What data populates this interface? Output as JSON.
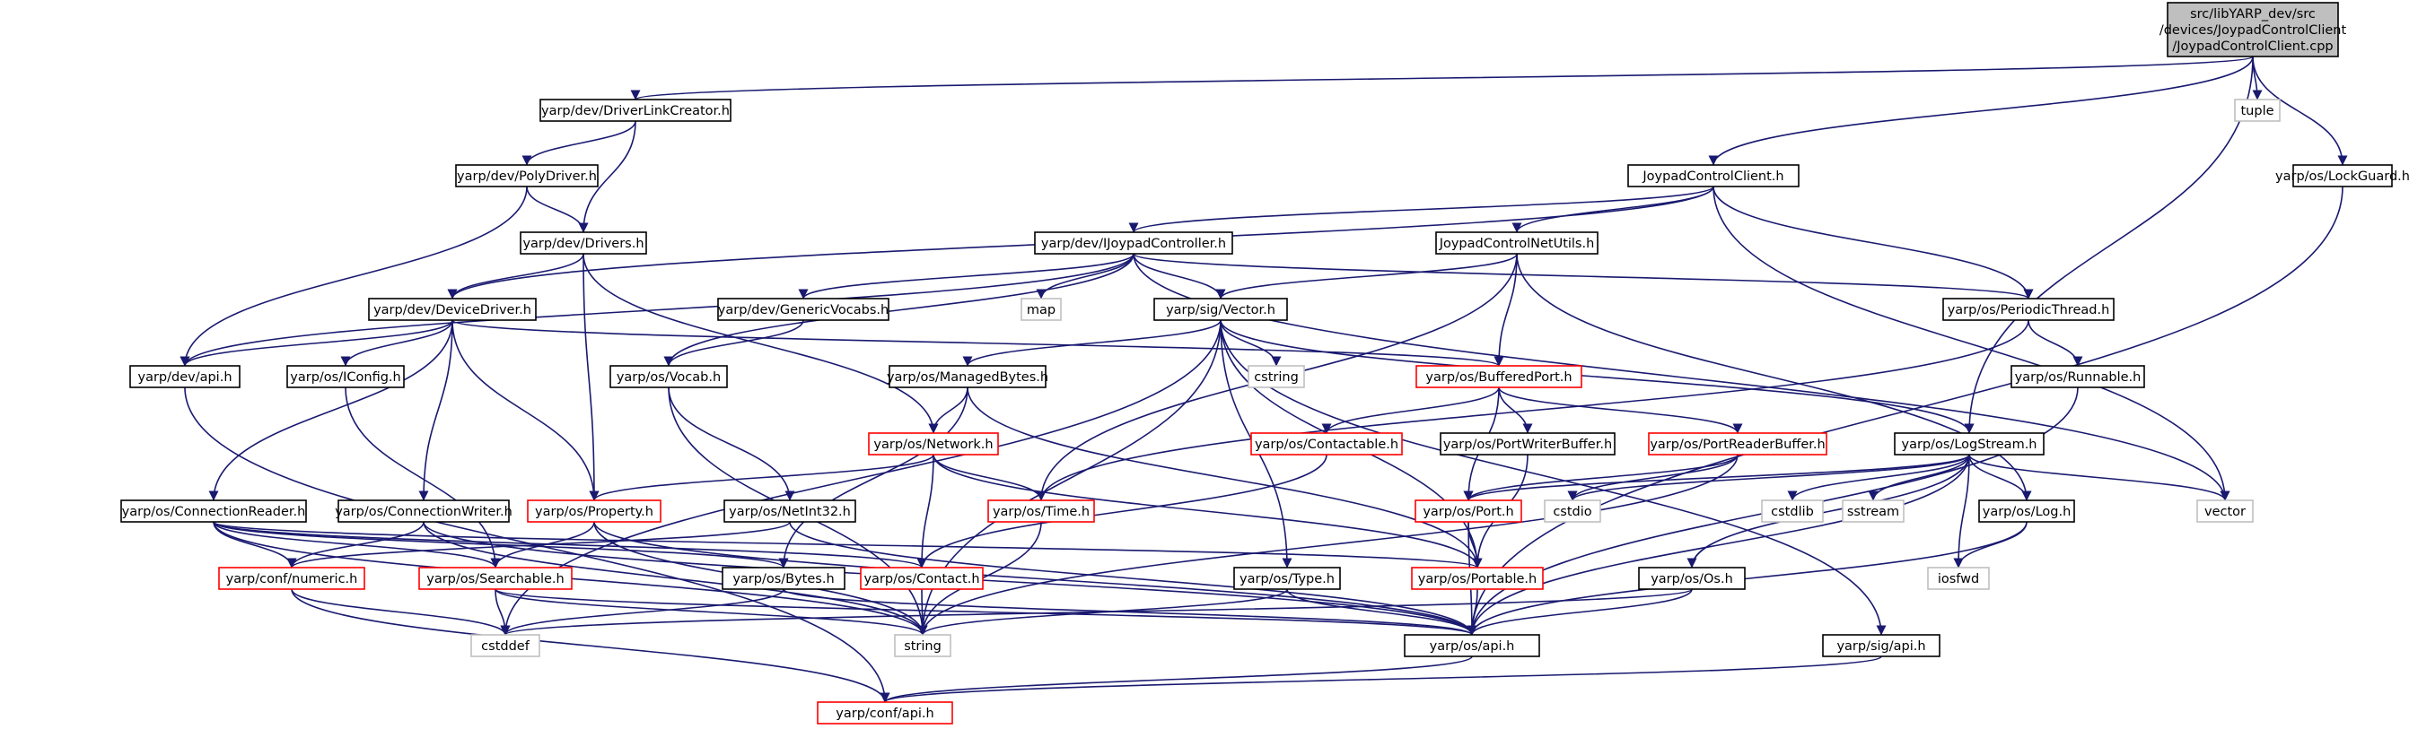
{
  "title": "src/libYARP_dev/src/devices/JoypadControlClient/JoypadControlClient.cpp",
  "colors": {
    "edge": "#191970",
    "border_default": "#000000",
    "border_incomplete": "#ff0000",
    "border_system": "#bfbfbf",
    "root_fill": "#bfbfbf",
    "text": "#000000"
  },
  "nodes": [
    {
      "id": "root",
      "lines": [
        "src/libYARP_dev/src",
        "/devices/JoypadControlClient",
        "/JoypadControlClient.cpp"
      ],
      "kind": "root"
    },
    {
      "id": "driverlinkcreator",
      "label": "yarp/dev/DriverLinkCreator.h",
      "kind": "normal"
    },
    {
      "id": "tuple",
      "label": "tuple",
      "kind": "system"
    },
    {
      "id": "lockguard",
      "label": "yarp/os/LockGuard.h",
      "kind": "normal"
    },
    {
      "id": "polydriver",
      "label": "yarp/dev/PolyDriver.h",
      "kind": "normal"
    },
    {
      "id": "joypadclient_h",
      "label": "JoypadControlClient.h",
      "kind": "normal"
    },
    {
      "id": "drivers",
      "label": "yarp/dev/Drivers.h",
      "kind": "normal"
    },
    {
      "id": "ijoypad",
      "label": "yarp/dev/IJoypadController.h",
      "kind": "normal"
    },
    {
      "id": "netutils",
      "label": "JoypadControlNetUtils.h",
      "kind": "normal"
    },
    {
      "id": "map",
      "label": "map",
      "kind": "system"
    },
    {
      "id": "devicedriver",
      "label": "yarp/dev/DeviceDriver.h",
      "kind": "normal"
    },
    {
      "id": "genericvocabs",
      "label": "yarp/dev/GenericVocabs.h",
      "kind": "normal"
    },
    {
      "id": "sigvector",
      "label": "yarp/sig/Vector.h",
      "kind": "normal"
    },
    {
      "id": "periodicthread",
      "label": "yarp/os/PeriodicThread.h",
      "kind": "normal"
    },
    {
      "id": "devapi",
      "label": "yarp/dev/api.h",
      "kind": "normal"
    },
    {
      "id": "iconfig",
      "label": "yarp/os/IConfig.h",
      "kind": "normal"
    },
    {
      "id": "vocab",
      "label": "yarp/os/Vocab.h",
      "kind": "normal"
    },
    {
      "id": "managedbytes",
      "label": "yarp/os/ManagedBytes.h",
      "kind": "normal"
    },
    {
      "id": "cstring",
      "label": "cstring",
      "kind": "system"
    },
    {
      "id": "bufferedport",
      "label": "yarp/os/BufferedPort.h",
      "kind": "incomplete"
    },
    {
      "id": "runnable",
      "label": "yarp/os/Runnable.h",
      "kind": "normal"
    },
    {
      "id": "network",
      "label": "yarp/os/Network.h",
      "kind": "incomplete"
    },
    {
      "id": "contactable",
      "label": "yarp/os/Contactable.h",
      "kind": "incomplete"
    },
    {
      "id": "portwriterbuffer",
      "label": "yarp/os/PortWriterBuffer.h",
      "kind": "normal"
    },
    {
      "id": "portreaderbuffer",
      "label": "yarp/os/PortReaderBuffer.h",
      "kind": "incomplete"
    },
    {
      "id": "logstream",
      "label": "yarp/os/LogStream.h",
      "kind": "normal"
    },
    {
      "id": "connreader",
      "label": "yarp/os/ConnectionReader.h",
      "kind": "normal"
    },
    {
      "id": "connwriter",
      "label": "yarp/os/ConnectionWriter.h",
      "kind": "normal"
    },
    {
      "id": "property",
      "label": "yarp/os/Property.h",
      "kind": "incomplete"
    },
    {
      "id": "netint32",
      "label": "yarp/os/NetInt32.h",
      "kind": "normal"
    },
    {
      "id": "ostime",
      "label": "yarp/os/Time.h",
      "kind": "incomplete"
    },
    {
      "id": "port",
      "label": "yarp/os/Port.h",
      "kind": "incomplete"
    },
    {
      "id": "cstdio",
      "label": "cstdio",
      "kind": "system"
    },
    {
      "id": "cstdlib",
      "label": "cstdlib",
      "kind": "system"
    },
    {
      "id": "sstream",
      "label": "sstream",
      "kind": "system"
    },
    {
      "id": "oslog",
      "label": "yarp/os/Log.h",
      "kind": "normal"
    },
    {
      "id": "vector",
      "label": "vector",
      "kind": "system"
    },
    {
      "id": "numeric",
      "label": "yarp/conf/numeric.h",
      "kind": "incomplete"
    },
    {
      "id": "searchable",
      "label": "yarp/os/Searchable.h",
      "kind": "incomplete"
    },
    {
      "id": "bytes",
      "label": "yarp/os/Bytes.h",
      "kind": "normal"
    },
    {
      "id": "contact",
      "label": "yarp/os/Contact.h",
      "kind": "incomplete"
    },
    {
      "id": "type",
      "label": "yarp/os/Type.h",
      "kind": "normal"
    },
    {
      "id": "portable",
      "label": "yarp/os/Portable.h",
      "kind": "incomplete"
    },
    {
      "id": "os",
      "label": "yarp/os/Os.h",
      "kind": "normal"
    },
    {
      "id": "iosfwd",
      "label": "iosfwd",
      "kind": "system"
    },
    {
      "id": "cstddef",
      "label": "cstddef",
      "kind": "system"
    },
    {
      "id": "string",
      "label": "string",
      "kind": "system"
    },
    {
      "id": "osapi",
      "label": "yarp/os/api.h",
      "kind": "normal"
    },
    {
      "id": "sigapi",
      "label": "yarp/sig/api.h",
      "kind": "normal"
    },
    {
      "id": "confapi",
      "label": "yarp/conf/api.h",
      "kind": "incomplete"
    }
  ],
  "edges": [
    [
      "root",
      "driverlinkcreator"
    ],
    [
      "root",
      "tuple"
    ],
    [
      "root",
      "lockguard"
    ],
    [
      "root",
      "joypadclient_h"
    ],
    [
      "root",
      "logstream"
    ],
    [
      "driverlinkcreator",
      "polydriver"
    ],
    [
      "driverlinkcreator",
      "drivers"
    ],
    [
      "polydriver",
      "drivers"
    ],
    [
      "polydriver",
      "devapi"
    ],
    [
      "joypadclient_h",
      "ijoypad"
    ],
    [
      "joypadclient_h",
      "netutils"
    ],
    [
      "joypadclient_h",
      "periodicthread"
    ],
    [
      "joypadclient_h",
      "devicedriver"
    ],
    [
      "joypadclient_h",
      "vector"
    ],
    [
      "lockguard",
      "osapi"
    ],
    [
      "drivers",
      "devicedriver"
    ],
    [
      "drivers",
      "property"
    ],
    [
      "drivers",
      "network"
    ],
    [
      "ijoypad",
      "devapi"
    ],
    [
      "ijoypad",
      "vocab"
    ],
    [
      "ijoypad",
      "genericvocabs"
    ],
    [
      "ijoypad",
      "map"
    ],
    [
      "ijoypad",
      "sigvector"
    ],
    [
      "ijoypad",
      "periodicthread"
    ],
    [
      "ijoypad",
      "vector"
    ],
    [
      "netutils",
      "sigvector"
    ],
    [
      "netutils",
      "bufferedport"
    ],
    [
      "netutils",
      "ostime"
    ],
    [
      "netutils",
      "oslog"
    ],
    [
      "devicedriver",
      "devapi"
    ],
    [
      "devicedriver",
      "iconfig"
    ],
    [
      "devicedriver",
      "connreader"
    ],
    [
      "devicedriver",
      "connwriter"
    ],
    [
      "devicedriver",
      "property"
    ],
    [
      "devicedriver",
      "bufferedport"
    ],
    [
      "genericvocabs",
      "vocab"
    ],
    [
      "sigvector",
      "managedbytes"
    ],
    [
      "sigvector",
      "cstring"
    ],
    [
      "sigvector",
      "type"
    ],
    [
      "sigvector",
      "string"
    ],
    [
      "sigvector",
      "cstddef"
    ],
    [
      "sigvector",
      "logstream"
    ],
    [
      "sigvector",
      "sigapi"
    ],
    [
      "sigvector",
      "portable"
    ],
    [
      "periodicthread",
      "runnable"
    ],
    [
      "periodicthread",
      "ostime"
    ],
    [
      "devapi",
      "confapi"
    ],
    [
      "iconfig",
      "searchable"
    ],
    [
      "vocab",
      "netint32"
    ],
    [
      "vocab",
      "string"
    ],
    [
      "managedbytes",
      "network"
    ],
    [
      "managedbytes",
      "bytes"
    ],
    [
      "managedbytes",
      "portable"
    ],
    [
      "bufferedport",
      "contactable"
    ],
    [
      "bufferedport",
      "portwriterbuffer"
    ],
    [
      "bufferedport",
      "portreaderbuffer"
    ],
    [
      "bufferedport",
      "port"
    ],
    [
      "runnable",
      "osapi"
    ],
    [
      "network",
      "property"
    ],
    [
      "network",
      "ostime"
    ],
    [
      "network",
      "contact"
    ],
    [
      "network",
      "portable"
    ],
    [
      "contactable",
      "contact"
    ],
    [
      "portwriterbuffer",
      "portable"
    ],
    [
      "portreaderbuffer",
      "port"
    ],
    [
      "portreaderbuffer",
      "cstdio"
    ],
    [
      "portreaderbuffer",
      "string"
    ],
    [
      "logstream",
      "port"
    ],
    [
      "logstream",
      "cstdio"
    ],
    [
      "logstream",
      "cstdlib"
    ],
    [
      "logstream",
      "sstream"
    ],
    [
      "logstream",
      "oslog"
    ],
    [
      "logstream",
      "vector"
    ],
    [
      "logstream",
      "iosfwd"
    ],
    [
      "logstream",
      "os"
    ],
    [
      "logstream",
      "osapi"
    ],
    [
      "connreader",
      "numeric"
    ],
    [
      "connreader",
      "searchable"
    ],
    [
      "connreader",
      "bytes"
    ],
    [
      "connreader",
      "contact"
    ],
    [
      "connreader",
      "string"
    ],
    [
      "connreader",
      "portable"
    ],
    [
      "connwriter",
      "numeric"
    ],
    [
      "connwriter",
      "string"
    ],
    [
      "connwriter",
      "osapi"
    ],
    [
      "property",
      "searchable"
    ],
    [
      "property",
      "string"
    ],
    [
      "property",
      "osapi"
    ],
    [
      "netint32",
      "numeric"
    ],
    [
      "netint32",
      "osapi"
    ],
    [
      "ostime",
      "string"
    ],
    [
      "port",
      "portable"
    ],
    [
      "port",
      "osapi"
    ],
    [
      "oslog",
      "iosfwd"
    ],
    [
      "oslog",
      "osapi"
    ],
    [
      "numeric",
      "cstddef"
    ],
    [
      "numeric",
      "confapi"
    ],
    [
      "searchable",
      "cstddef"
    ],
    [
      "searchable",
      "string"
    ],
    [
      "searchable",
      "osapi"
    ],
    [
      "bytes",
      "cstddef"
    ],
    [
      "bytes",
      "osapi"
    ],
    [
      "contact",
      "string"
    ],
    [
      "type",
      "string"
    ],
    [
      "type",
      "osapi"
    ],
    [
      "portable",
      "osapi"
    ],
    [
      "os",
      "cstddef"
    ],
    [
      "os",
      "osapi"
    ],
    [
      "osapi",
      "confapi"
    ],
    [
      "sigapi",
      "confapi"
    ]
  ]
}
